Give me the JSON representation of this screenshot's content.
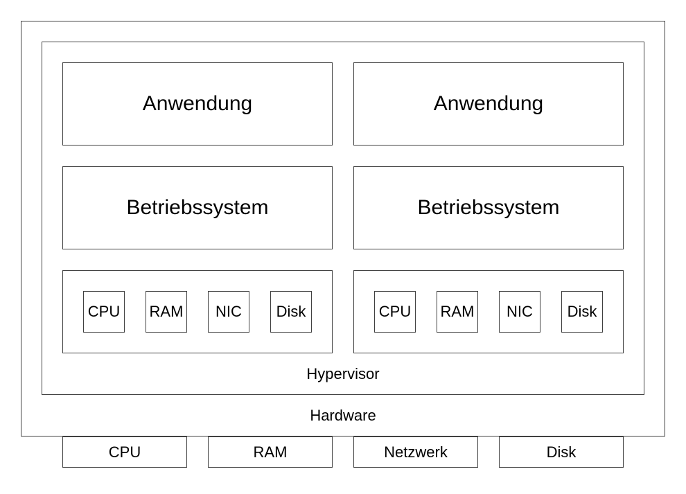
{
  "diagram": {
    "vms": [
      {
        "app_label": "Anwendung",
        "os_label": "Betriebssystem",
        "devices": [
          "CPU",
          "RAM",
          "NIC",
          "Disk"
        ]
      },
      {
        "app_label": "Anwendung",
        "os_label": "Betriebssystem",
        "devices": [
          "CPU",
          "RAM",
          "NIC",
          "Disk"
        ]
      }
    ],
    "hypervisor_label": "Hypervisor",
    "hardware_label": "Hardware",
    "physical_devices": [
      "CPU",
      "RAM",
      "Netzwerk",
      "Disk"
    ],
    "colors": {
      "border": "#404040",
      "background": "#ffffff",
      "text": "#000000"
    }
  }
}
